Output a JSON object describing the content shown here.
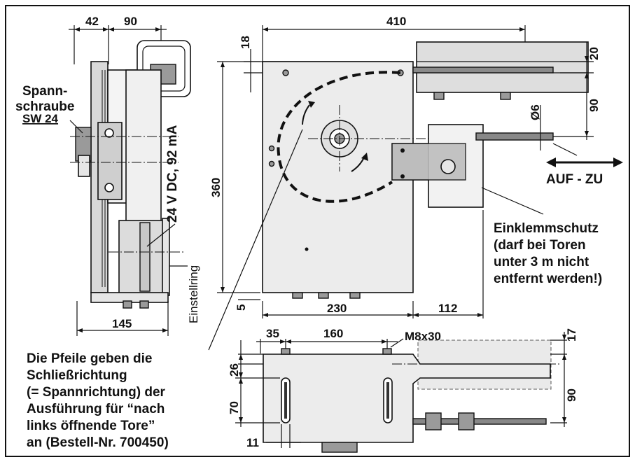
{
  "dimensions": {
    "side_42": "42",
    "side_90": "90",
    "side_145": "145",
    "front_410": "410",
    "front_18": "18",
    "front_360": "360",
    "front_5": "5",
    "front_230": "230",
    "front_112": "112",
    "rail_20": "20",
    "rail_90": "90",
    "rod_dia": "Ø6",
    "top_35": "35",
    "top_160": "160",
    "top_17": "17",
    "top_26": "26",
    "top_70": "70",
    "top_90": "90",
    "top_11": "11"
  },
  "labels": {
    "spann_line1": "Spann-",
    "spann_line2": "schraube",
    "sw": "SW 24",
    "voltage": "24 V DC, 92 mA",
    "einstellring": "Einstellring",
    "bolt": "M8x30",
    "auf_zu": "AUF - ZU",
    "einklemm": [
      "Einklemmschutz",
      "(darf bei Toren",
      "unter 3 m nicht",
      "entfernt werden!)"
    ],
    "note": [
      "Die Pfeile geben die",
      "Schließrichtung",
      "(= Spannrichtung) der",
      "Ausführung für “nach",
      "links öffnende Tore”",
      "an (Bestell-Nr. 700450)"
    ]
  }
}
